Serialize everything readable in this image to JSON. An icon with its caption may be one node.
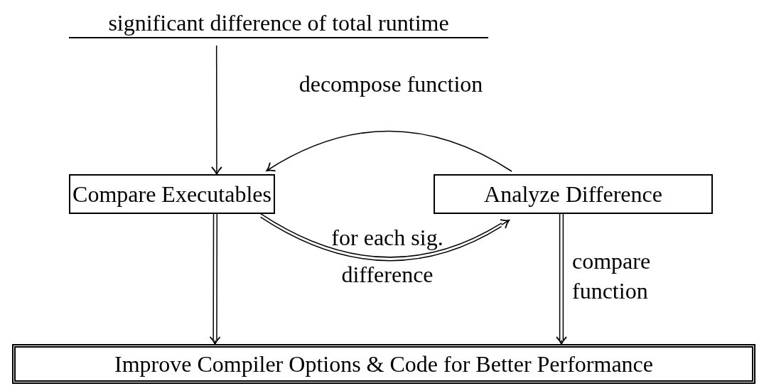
{
  "diagram": {
    "nodes": [
      {
        "text": [
          "significant difference of total runtime"
        ]
      },
      {
        "text": [
          "Compare Executables"
        ]
      },
      {
        "text": [
          "Analyze Difference"
        ]
      },
      {
        "text": [
          "Improve Compiler Options & Code for Better Performance"
        ]
      }
    ],
    "edges": [
      {
        "from": 0,
        "to": 1,
        "arrow": "to"
      },
      {
        "from": 2,
        "to": 1,
        "arrow": "to",
        "label": "decompose function"
      },
      {
        "from": 1,
        "to": 2,
        "arrow": "to",
        "label": "for each sig. difference"
      },
      {
        "from": 1,
        "to": 3,
        "arrow": "to"
      },
      {
        "from": 2,
        "to": 3,
        "arrow": "to",
        "label": "compare function"
      }
    ]
  }
}
